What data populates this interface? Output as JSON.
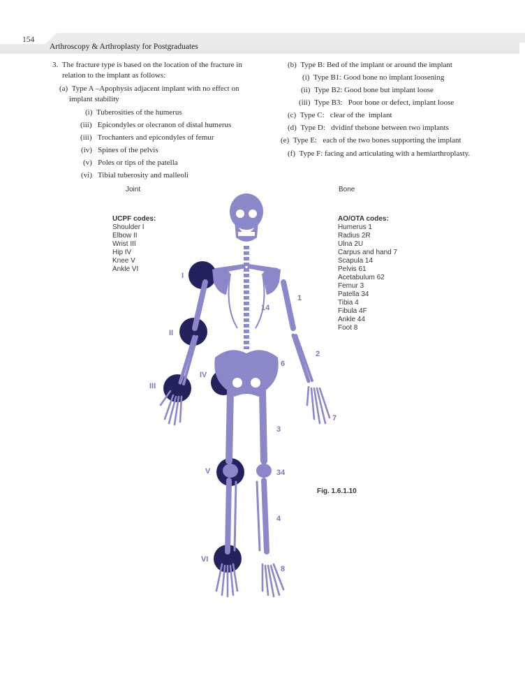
{
  "page_number": "154",
  "running_head": "Arthroscopy & Arthroplasty for Postgraduates",
  "left_text": {
    "item3": "3. The fracture type is based on the location of the fracture in relation to the implant as follows:",
    "a": "(a) Type A –Apophysis adjacent implant with no effect on implant stability",
    "a_items": [
      "(i) Tuberosities of the humerus",
      "(iii)  Epicondyles or olecranon of distal humerus",
      "(iii)  Trochanters and epicondyles of femur",
      "(iv)  Spines of the pelvis",
      "(v)  Poles or tips of the patella",
      "(vi)  Tibial tuberosity and malleoli"
    ]
  },
  "right_text": {
    "b": "(b) Type B: Bed of the implant or around the implant",
    "b_items": [
      "(i) Type B1: Good bone no implant loosening",
      "(ii) Type B2: Good bone but implant loose",
      "(iii) Type B3:  Poor bone or defect, implant loose"
    ],
    "c": "(c) Type C:  clear of the implant",
    "d": "(d) Type D:  dvidinf thebone between two implants",
    "e": "(e) Type E:  each of the two bones supporting the implant",
    "f": "(f) Type F: facing and articulating with a hemiarthroplasty."
  },
  "figure": {
    "joint_heading": "Joint",
    "bone_heading": "Bone",
    "ucpf_title": "UCPF codes:",
    "ucpf_codes": [
      "Shoulder I",
      "Elbow II",
      "Wrist III",
      "Hip IV",
      "Knee V",
      "Ankle VI"
    ],
    "aoota_title": "AO/OTA codes:",
    "aoota_codes": [
      "Humerus 1",
      "Radius 2R",
      "Ulna 2U",
      "Carpus and hand 7",
      "Scapula 14",
      "Pelvis 61",
      "Acetabulum 62",
      "Femur 3",
      "Patella 34",
      "Tibia 4",
      "Fibula 4F",
      "Ankle 44",
      "Foot 8"
    ],
    "joint_markers": [
      "I",
      "II",
      "III",
      "IV",
      "V",
      "VI"
    ],
    "bone_markers": [
      "1",
      "14",
      "2",
      "6",
      "7",
      "3",
      "34",
      "4",
      "8"
    ],
    "caption": "Fig. 1.6.1.10",
    "colors": {
      "bone": "#8a88c8",
      "joint_circle": "#23225c",
      "label": "#7b78b9"
    }
  }
}
